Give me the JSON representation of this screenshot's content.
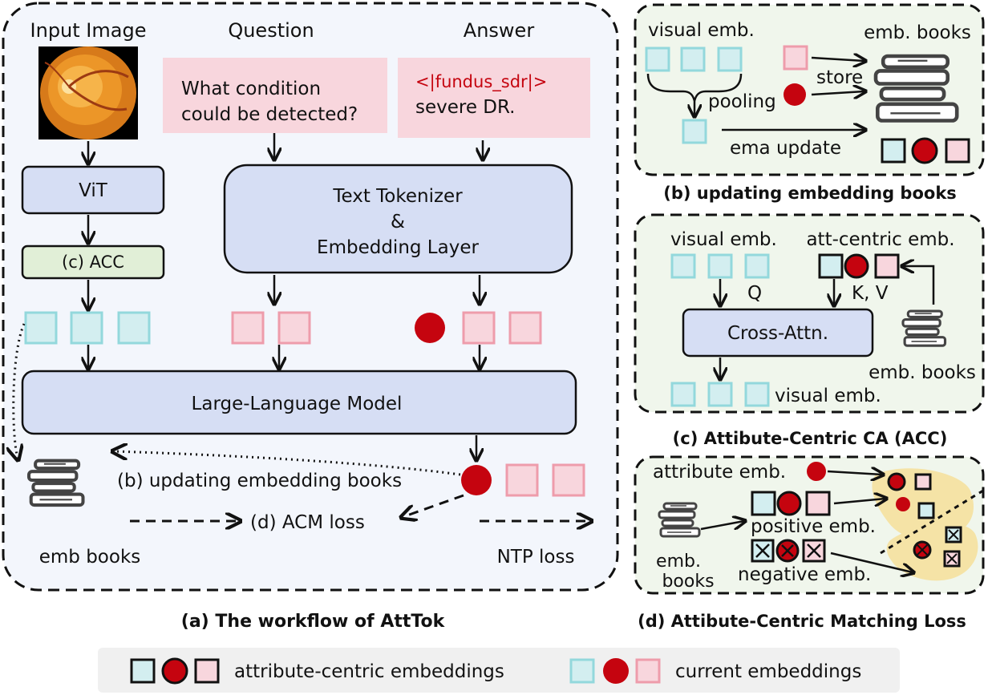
{
  "panel_a": {
    "col_input": "Input Image",
    "col_question": "Question",
    "col_answer": "Answer",
    "question_line1": "What condition",
    "question_line2": "could be detected?",
    "answer_token": "<|fundus_sdr|>",
    "answer_text": "severe DR.",
    "vit": "ViT",
    "acc": "(c) ACC",
    "tokenizer_line1": "Text Tokenizer",
    "tokenizer_line2": "&",
    "tokenizer_line3": "Embedding Layer",
    "llm": "Large-Language Model",
    "update_books": "(b) updating embedding books",
    "acm_loss": "(d) ACM loss",
    "emb_books": "emb books",
    "ntp_loss": "NTP loss",
    "caption": "(a) The workflow of AttTok"
  },
  "panel_b": {
    "visual_emb": "visual emb.",
    "emb_books": "emb. books",
    "store": "store",
    "pooling": "pooling",
    "ema_update": "ema update",
    "caption": "(b) updating embedding books"
  },
  "panel_c": {
    "visual_emb_top": "visual emb.",
    "att_centric_emb": "att-centric emb.",
    "q": "Q",
    "kv": "K, V",
    "cross_attn": "Cross-Attn.",
    "emb_books": "emb. books",
    "visual_emb_bottom": "visual emb.",
    "caption": "(c) Attibute-Centric CA (ACC)"
  },
  "panel_d": {
    "attribute_emb": "attribute emb.",
    "positive_emb": "positive emb.",
    "negative_emb": "negative emb.",
    "emb_books_line1": "emb.",
    "emb_books_line2": "books",
    "caption": "(d) Attibute-Centric Matching Loss"
  },
  "legend": {
    "attribute_centric": "attribute-centric embeddings",
    "current": "current embeddings"
  },
  "colors": {
    "cyan_fill": "#d3eef0",
    "cyan_stroke": "#93d8dc",
    "pink_fill": "#f8d6dd",
    "pink_stroke": "#ee9cab",
    "red": "#c5040f",
    "panel_bg": "#f3f6fc",
    "green_bg": "#f0f6ec",
    "block_fill": "#d6def4",
    "acc_fill": "#e1efd7",
    "yellow_region": "#f5e3a6",
    "legend_bg": "#f0f0f0",
    "token_red": "#c5040f"
  }
}
